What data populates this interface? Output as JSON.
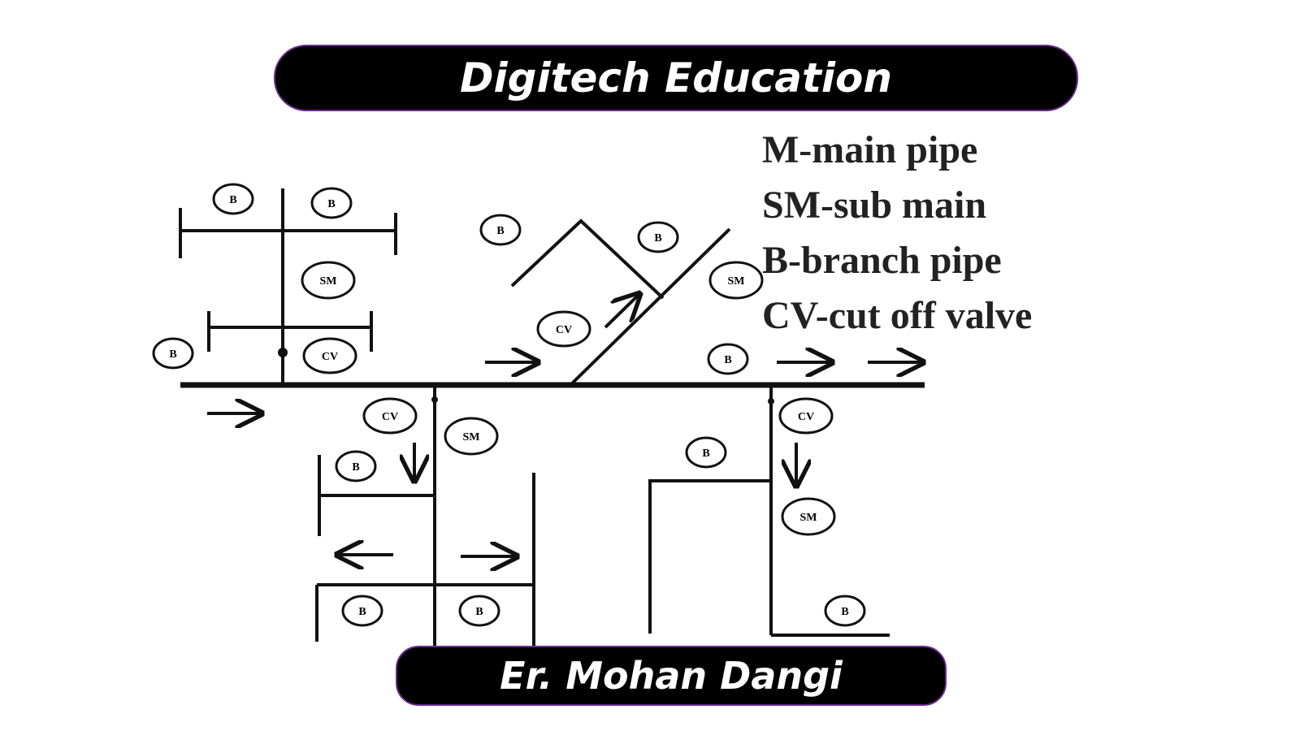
{
  "header": {
    "title": "Digitech Education"
  },
  "footer": {
    "author": "Er. Mohan Dangi"
  },
  "legend": [
    "M-main pipe",
    "SM-sub main",
    "B-branch pipe",
    "CV-cut off valve"
  ],
  "labels": {
    "branch": "B",
    "sub_main": "SM",
    "cut_off_valve": "CV"
  },
  "colors": {
    "banner_bg": "#000000",
    "banner_border": "#6a2c91",
    "ink": "#111111"
  }
}
